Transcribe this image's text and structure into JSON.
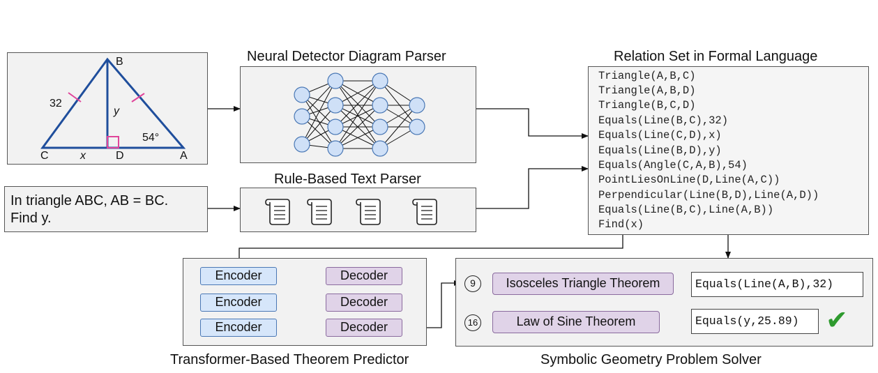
{
  "geometry_panel": {
    "vertex_labels": {
      "B": "B",
      "C": "C",
      "D": "D",
      "A": "A"
    },
    "side_label_32": "32",
    "label_y": "y",
    "label_x": "x",
    "angle_label": "54°"
  },
  "diagram_parser": {
    "title": "Neural Detector Diagram Parser"
  },
  "text_parser": {
    "title": "Rule-Based Text Parser"
  },
  "problem_text": {
    "line1": "In triangle ABC, AB = BC.",
    "line2": "Find y."
  },
  "relation_set": {
    "title": "Relation Set in Formal Language",
    "lines": [
      "Triangle(A,B,C)",
      "Triangle(A,B,D)",
      "Triangle(B,C,D)",
      "Equals(Line(B,C),32)",
      "Equals(Line(C,D),x)",
      "Equals(Line(B,D),y)",
      "Equals(Angle(C,A,B),54)",
      "PointLiesOnLine(D,Line(A,C))",
      "Perpendicular(Line(B,D),Line(A,D))",
      "Equals(Line(B,C),Line(A,B))",
      "Find(x)"
    ]
  },
  "theorem_predictor": {
    "title": "Transformer-Based Theorem Predictor",
    "encoders": [
      "Encoder",
      "Encoder",
      "Encoder"
    ],
    "decoders": [
      "Decoder",
      "Decoder",
      "Decoder"
    ]
  },
  "solver": {
    "title": "Symbolic Geometry Problem Solver",
    "steps": [
      {
        "number": "9",
        "theorem": "Isosceles Triangle Theorem",
        "result": "Equals(Line(A,B),32)"
      },
      {
        "number": "16",
        "theorem": "Law of Sine Theorem",
        "result": "Equals(y,25.89)"
      }
    ],
    "check_mark": "✔"
  },
  "colors": {
    "triangle_stroke": "#1f4e9c",
    "tick_mark": "#e0449a",
    "node_fill": "#cfe0f7",
    "encoder_fill": "#d6e6fa",
    "decoder_fill": "#e0d3e8",
    "check": "#2e9a2e"
  }
}
